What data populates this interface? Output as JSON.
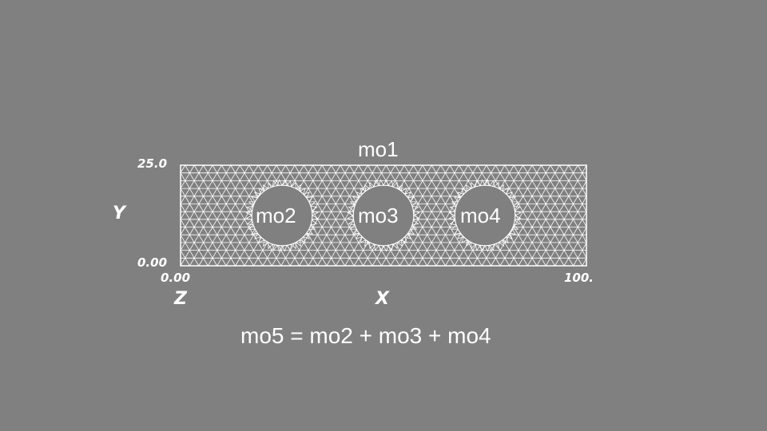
{
  "colors": {
    "background": "#808080",
    "mesh_line": "#ffffff",
    "hole_fill": "#808080",
    "text": "#ffffff"
  },
  "domain": {
    "x_range": [
      0,
      100
    ],
    "y_range": [
      0,
      25
    ],
    "holes": [
      {
        "name": "mo2",
        "cx": 25,
        "cy": 12.5,
        "r": 7.5
      },
      {
        "name": "mo3",
        "cx": 50,
        "cy": 12.5,
        "r": 7.5
      },
      {
        "name": "mo4",
        "cx": 75,
        "cy": 12.5,
        "r": 7.5
      }
    ]
  },
  "labels": {
    "outer_region": "mo1",
    "hole_1": "mo2",
    "hole_2": "mo3",
    "hole_3": "mo4",
    "formula": "mo5 = mo2 + mo3 + mo4"
  },
  "axes": {
    "y_max_tick": "25.0",
    "y_min_tick": "0.00",
    "x_min_tick": "0.00",
    "x_max_tick": "100.",
    "x_name": "X",
    "y_name": "Y",
    "z_name": "Z"
  }
}
